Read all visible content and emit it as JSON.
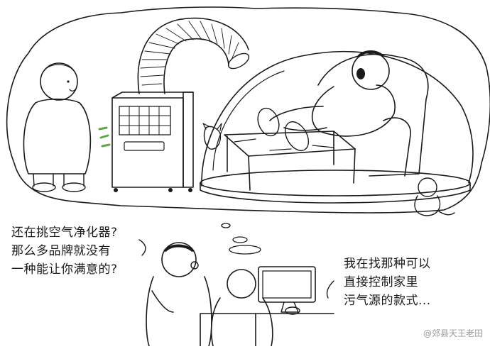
{
  "comic": {
    "left_speech_lines": [
      "还在挑空气净化器?",
      "那么多品牌就没有",
      "一种能让你满意的?"
    ],
    "right_speech_lines": [
      "我在找那种可以",
      "直接控制家里",
      "污气源的款式..."
    ],
    "watermark": "@郊县天王老田"
  },
  "colors": {
    "ink": "#1a1a1a",
    "paper": "#ffffff",
    "exhaust": "#5fa84a",
    "watermark": "#9a9a9a"
  }
}
